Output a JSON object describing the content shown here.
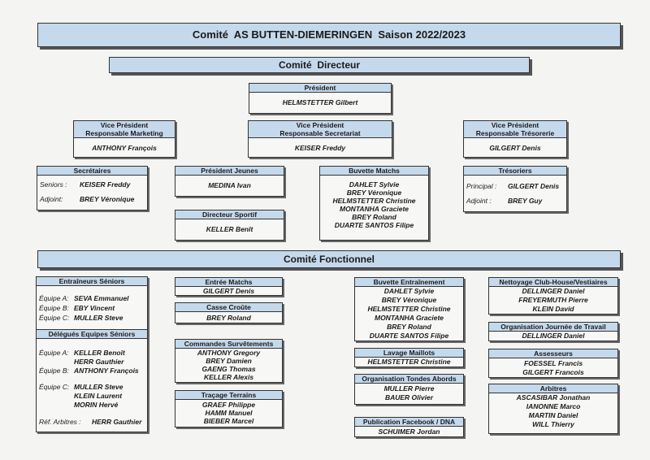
{
  "title": "Comité  AS BUTTEN-DIEMERINGEN  Saison 2022/2023",
  "section_directeur": "Comité  Directeur",
  "section_fonctionnel": "Comité Fonctionnel",
  "president": {
    "title": "Président",
    "name": "HELMSTETTER Gilbert"
  },
  "vp_marketing": {
    "title1": "Vice Président",
    "title2": "Responsable Marketing",
    "name": "ANTHONY François"
  },
  "vp_secretariat": {
    "title1": "Vice Président",
    "title2": "Responsable Secretariat",
    "name": "KEISER Freddy"
  },
  "vp_tresorerie": {
    "title1": "Vice Président",
    "title2": "Responsable Trésorerie",
    "name": "GILGERT Denis"
  },
  "secretaires": {
    "title": "Secrétaires",
    "l1": "Seniors :",
    "n1": "KEISER Freddy",
    "l2": "Adjoint:",
    "n2": "BREY Véronique"
  },
  "president_jeunes": {
    "title": "Président Jeunes",
    "name": "MEDINA Ivan"
  },
  "directeur_sportif": {
    "title": "Directeur Sportif",
    "name": "KELLER Benît"
  },
  "buvette_matchs": {
    "title": "Buvette Matchs",
    "names": [
      "DAHLET Sylvie",
      "BREY Véronique",
      "HELMSTETTER Christine",
      "MONTANHA Graciete",
      "BREY Roland",
      "DUARTE SANTOS Filipe"
    ]
  },
  "tresoriers": {
    "title": "Trésoriers",
    "l1": "Principal :",
    "n1": "GILGERT Denis",
    "l2": "Adjoint :",
    "n2": "BREY Guy"
  },
  "entraineurs": {
    "title": "Entraîneurs Séniors",
    "rows": [
      {
        "label": "Équipe A:",
        "name": "SEVA Emmanuel"
      },
      {
        "label": "Équipe B:",
        "name": "EBY Vincent"
      },
      {
        "label": "Équipe C:",
        "name": "MULLER Steve"
      }
    ]
  },
  "delegues": {
    "title": "Délégués Equipes Séniors",
    "a_label": "Équipe A:",
    "a1": "KELLER Benoît",
    "a2": "HERR Gauthier",
    "b_label": "Équipe B:",
    "b1": "ANTHONY François",
    "c_label": "Équipe C:",
    "c1": "MULLER Steve",
    "c2": "KLEIN Laurent",
    "c3": "MORIN Hervé",
    "ref_label": "Réf. Arbitres :",
    "ref": "HERR Gauthier"
  },
  "entree_matchs": {
    "title": "Entrée Matchs",
    "name": "GILGERT Denis"
  },
  "casse_croute": {
    "title": "Casse Croûte",
    "name": "BREY Roland"
  },
  "commandes": {
    "title": "Commandes Survêtements",
    "names": [
      "ANTHONY Gregory",
      "BREY Damien",
      "GAENG Thomas",
      "KELLER Alexis"
    ]
  },
  "tracage": {
    "title": "Traçage Terrains",
    "names": [
      "GRAEF Philippe",
      "HAMM Manuel",
      "BIEBER Marcel"
    ]
  },
  "buvette_entrainement": {
    "title": "Buvette Entraînement",
    "names": [
      "DAHLET Sylvie",
      "BREY Véronique",
      "HELMSTETTER Christine",
      "MONTANHA Graciete",
      "BREY Roland",
      "DUARTE SANTOS Filipe"
    ]
  },
  "lavage": {
    "title": "Lavage Maillots",
    "name": "HELMSTETTER Christine"
  },
  "tondes": {
    "title": "Organisation Tondes Abords",
    "names": [
      "MULLER Pierre",
      "BAUER Olivier"
    ]
  },
  "facebook": {
    "title": "Publication Facebook / DNA",
    "name": "SCHUIMER Jordan"
  },
  "nettoyage": {
    "title": "Nettoyage Club-House/Vestiaires",
    "names": [
      "DELLINGER Daniel",
      "FREYERMUTH Pierre",
      "KLEIN David"
    ]
  },
  "journee": {
    "title": "Organisation Journée de Travail",
    "name": "DELLINGER Daniel"
  },
  "assesseurs": {
    "title": "Assesseurs",
    "names": [
      "FOESSEL Francis",
      "GILGERT Francois"
    ]
  },
  "arbitres": {
    "title": "Arbitres",
    "names": [
      "ASCASIBAR Jonathan",
      "IANONNE Marco",
      "MARTIN Daniel",
      "WILL Thierry"
    ]
  }
}
